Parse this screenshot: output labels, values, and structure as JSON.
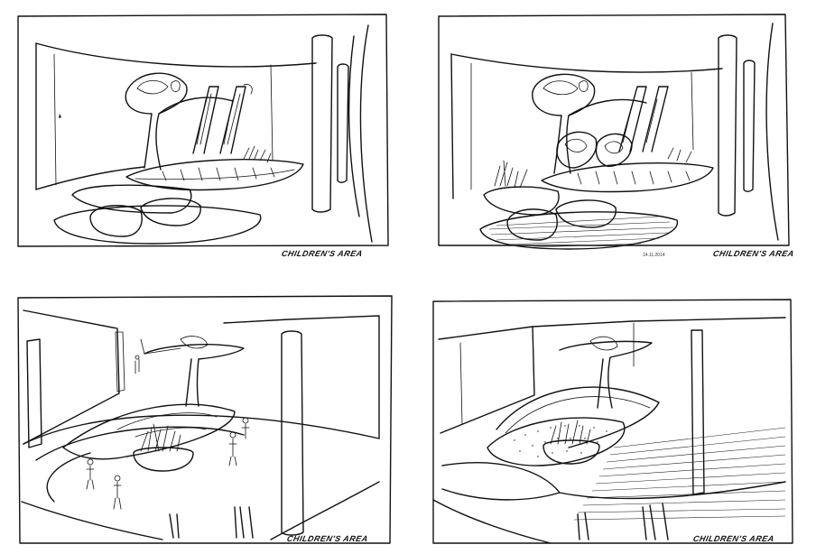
{
  "panels": [
    {
      "caption": "CHILDREN'S AREA"
    },
    {
      "caption": "CHILDREN'S AREA",
      "date": "14.11.2014"
    },
    {
      "caption": "CHILDREN'S AREA"
    },
    {
      "caption": "CHILDREN'S AREA"
    }
  ]
}
